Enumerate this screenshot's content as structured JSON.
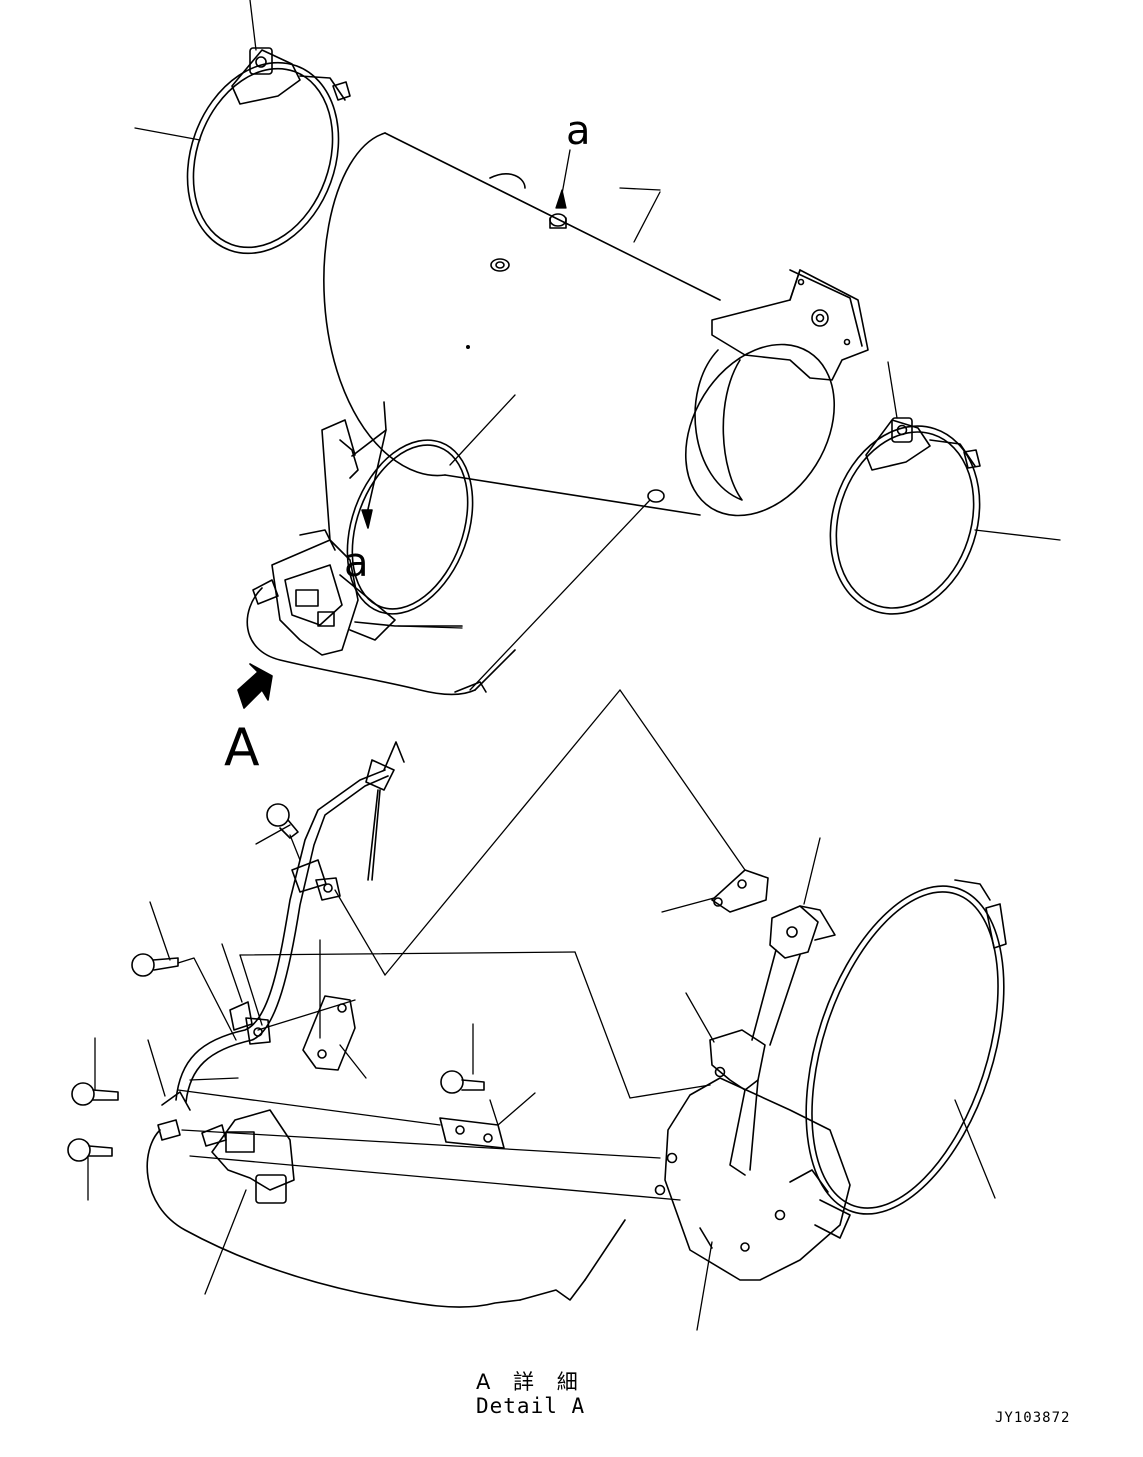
{
  "labels": {
    "view_mark_upper": "a",
    "view_mark_lower": "a",
    "detail_arrow": "A"
  },
  "caption": {
    "japanese": "A 詳 細",
    "english": "Detail A"
  },
  "drawing_code": "JY103872",
  "colors": {
    "line": "#000000",
    "background": "#ffffff"
  }
}
